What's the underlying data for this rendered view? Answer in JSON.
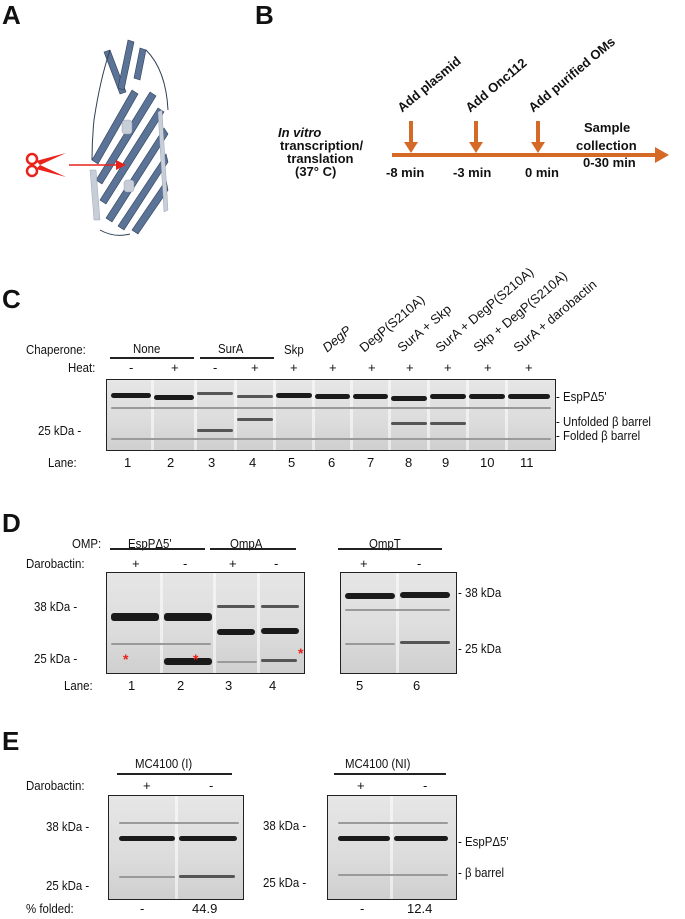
{
  "panels": {
    "A": {
      "label": "A",
      "structure_icon": "beta-barrel-structure",
      "cut_icon": "scissors-icon",
      "color_barrel": "#5a7396",
      "color_scissors": "#e8231c"
    },
    "B": {
      "label": "B",
      "start_label_italic": "In vitro",
      "start_label_rest": [
        "transcription/",
        "translation",
        "(37° C)"
      ],
      "events": [
        {
          "label": "Add plasmid",
          "time": "-8 min"
        },
        {
          "label": "Add Onc112",
          "time": "-3 min"
        },
        {
          "label": "Add purified OMs",
          "time": "0 min"
        }
      ],
      "end_label": [
        "Sample",
        "collection",
        "0-30 min"
      ],
      "arrow_color": "#d46a26"
    },
    "C": {
      "label": "C",
      "row_chaperone": "Chaperone:",
      "row_heat": "Heat:",
      "row_lane": "Lane:",
      "group_none": "None",
      "group_sura": "SurA",
      "chaperones": [
        "Skp",
        "DegP",
        "DegP(S210A)",
        "SurA + Skp",
        "SurA + DegP(S210A)",
        "Skp + DegP(S210A)",
        "SurA + darobactin"
      ],
      "heat": [
        "-",
        "+",
        "-",
        "+",
        "+",
        "+",
        "+",
        "+",
        "+",
        "+",
        "+"
      ],
      "lanes": [
        "1",
        "2",
        "3",
        "4",
        "5",
        "6",
        "7",
        "8",
        "9",
        "10",
        "11"
      ],
      "marker_25": "25 kDa -",
      "right_labels": [
        "- EspPΔ5'",
        "- Unfolded β barrel",
        "- Folded β barrel"
      ]
    },
    "D": {
      "label": "D",
      "row_omp": "OMP:",
      "row_darobactin": "Darobactin:",
      "row_lane": "Lane:",
      "groups": [
        "EspPΔ5'",
        "OmpA",
        "OmpT"
      ],
      "darobactin": [
        "+",
        "-",
        "+",
        "-",
        "+",
        "-"
      ],
      "lanes": [
        "1",
        "2",
        "3",
        "4",
        "5",
        "6"
      ],
      "left_markers": [
        "38 kDa -",
        "25 kDa -"
      ],
      "right_markers": [
        "- 38 kDa",
        "- 25 kDa"
      ],
      "asterisk": "*"
    },
    "E": {
      "label": "E",
      "row_darobactin": "Darobactin:",
      "row_folded": "% folded:",
      "strains": [
        "MC4100 (I)",
        "MC4100 (NI)"
      ],
      "darobactin": [
        "+",
        "-",
        "+",
        "-"
      ],
      "percent_folded": [
        "-",
        "44.9",
        "-",
        "12.4"
      ],
      "left_markers_1": [
        "38 kDa -",
        "25 kDa -"
      ],
      "left_markers_2": [
        "38 kDa -",
        "25 kDa -"
      ],
      "right_labels": [
        "- EspPΔ5'",
        "- β barrel"
      ]
    }
  }
}
